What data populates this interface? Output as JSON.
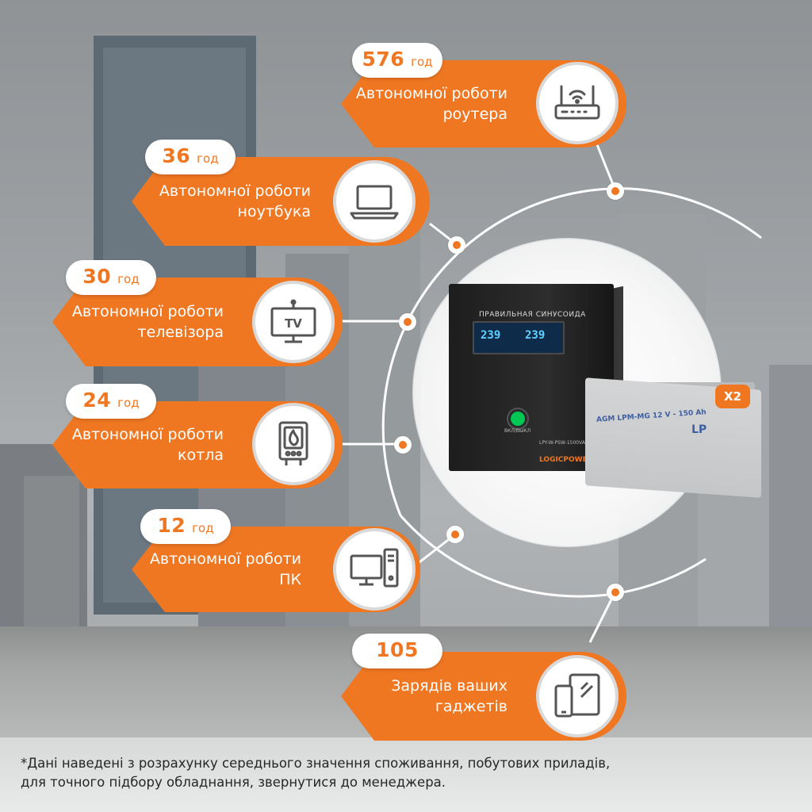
{
  "items": [
    {
      "value": "576",
      "unit": "год",
      "line1": "Автономної роботи",
      "line2": "роутера",
      "icon": "router-icon"
    },
    {
      "value": "36",
      "unit": "год",
      "line1": "Автономної роботи",
      "line2": "ноутбука",
      "icon": "laptop-icon"
    },
    {
      "value": "30",
      "unit": "год",
      "line1": "Автономної роботи",
      "line2": "телевізора",
      "icon": "tv-icon"
    },
    {
      "value": "24",
      "unit": "год",
      "line1": "Автономної роботи",
      "line2": "котла",
      "icon": "boiler-icon"
    },
    {
      "value": "12",
      "unit": "год",
      "line1": "Автономної роботи",
      "line2": "ПК",
      "icon": "pc-icon"
    },
    {
      "value": "105",
      "unit": "",
      "line1": "Зарядів ваших",
      "line2": "гаджетів",
      "icon": "gadgets-icon"
    }
  ],
  "tv_icon_text": "TV",
  "product": {
    "inverter_title": "ПРАВИЛЬНАЯ СИНУСОИДА",
    "display_left": "239",
    "display_right": "239",
    "button_caption": "ВКЛ/ВЫКЛ",
    "model": "LPY-W-PSW-1500VA+",
    "brand": "LOGICPOWER",
    "battery_label": "AGM LPM-MG 12 V - 150 Ah",
    "battery_logo": "LP",
    "quantity_badge": "X2"
  },
  "colors": {
    "accent": "#f07722",
    "text_dark": "#262626"
  },
  "footnote": {
    "line1": "*Дані наведені з розрахунку середнього значення споживання, побутових приладів,",
    "line2": "для точного підбору обладнання, звернутися до менеджера."
  }
}
